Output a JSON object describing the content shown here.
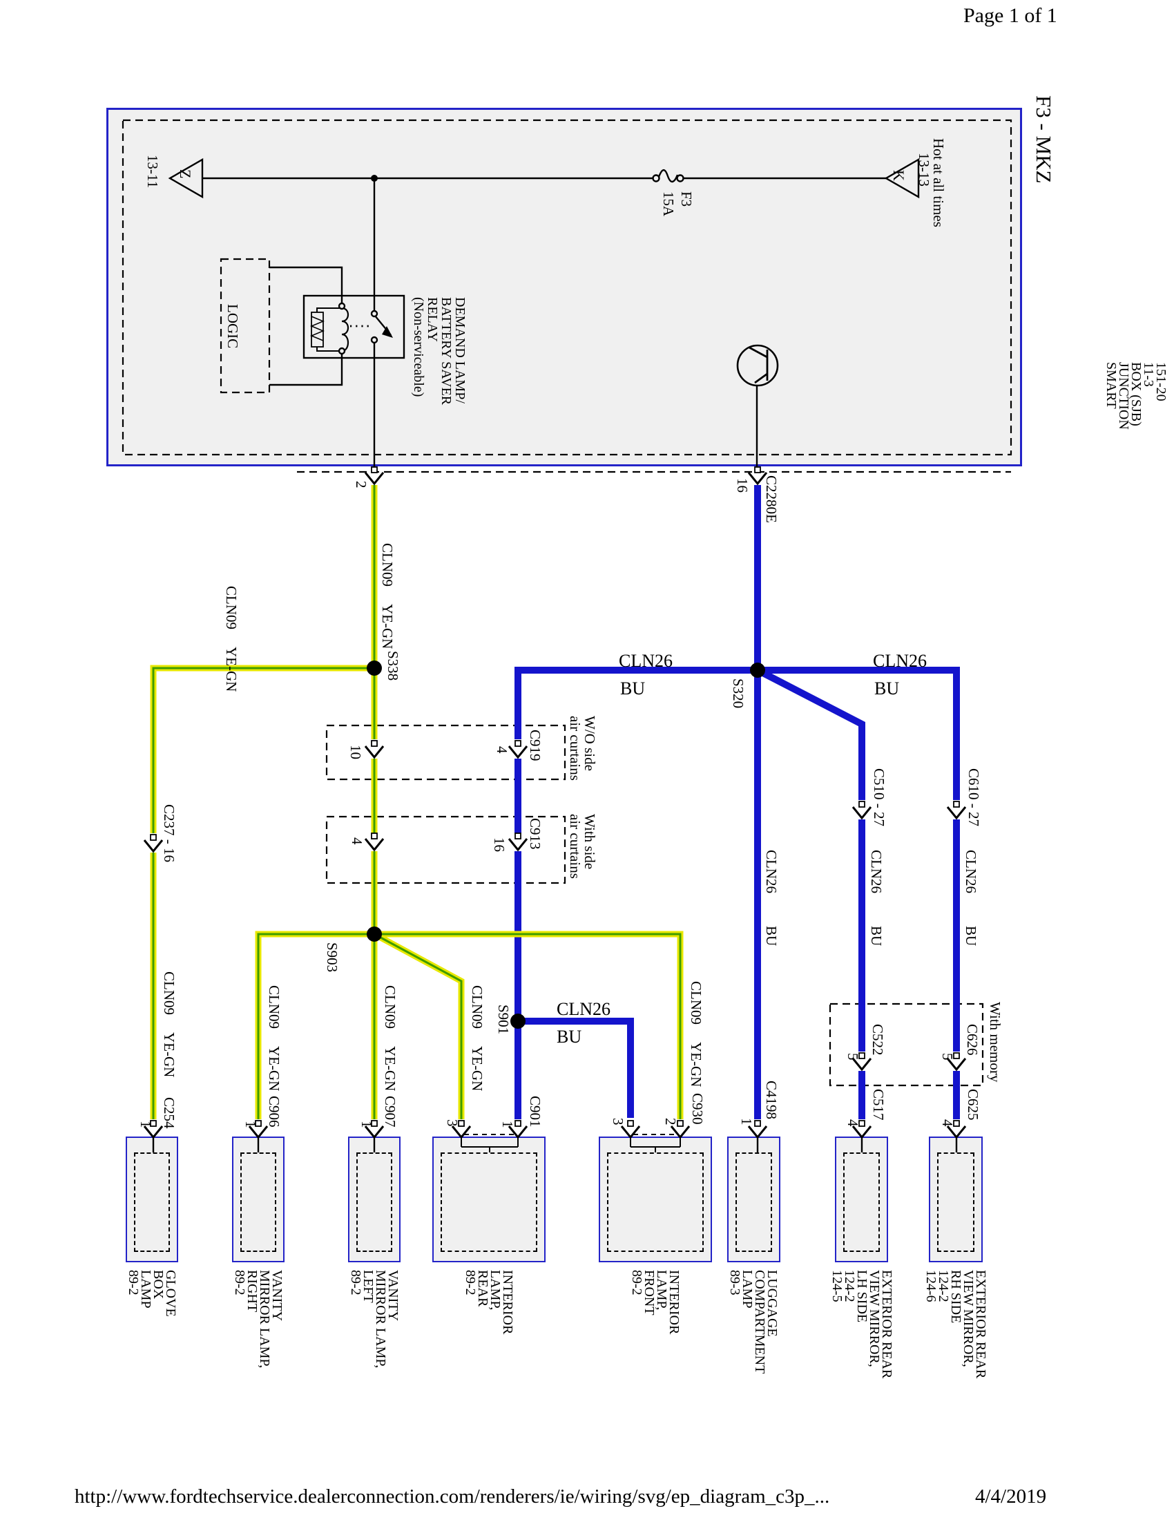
{
  "page": {
    "header": "Page 1 of 1",
    "title": "F3 - MKZ",
    "footer_url": "http://www.fordtechservice.dealerconnection.com/renderers/ie/wiring/svg/ep_diagram_c3p_...",
    "footer_date": "4/4/2019"
  },
  "power": {
    "hot": "Hot at all times",
    "hot_ref": "13-13",
    "in_tag": "K",
    "out_tag": "Z",
    "out_ref": "13-11",
    "fuse_name": "F3",
    "fuse_rating": "15A"
  },
  "sjb": {
    "lines": [
      "SMART",
      "JUNCTION",
      "BOX (SJB)",
      "11-3",
      "151-20"
    ]
  },
  "relay": {
    "label": "DEMAND LAMP/\nBATTERY SAVER\nRELAY\n(Non-serviceable)",
    "logic": "LOGIC"
  },
  "wire": {
    "cln09": "CLN09",
    "yegn": "YE-GN",
    "cln26": "CLN26",
    "bu": "BU"
  },
  "splices": {
    "s338": "S338",
    "s903": "S903",
    "s901": "S901",
    "s320": "S320"
  },
  "pins": {
    "n1": "1",
    "n2": "2",
    "n3": "3",
    "n4": "4",
    "n5": "5",
    "n10": "10",
    "n16": "16"
  },
  "connectors": {
    "c2280e": "C2280E",
    "c237": "C237 - 16",
    "c919": "C919",
    "c913": "C913",
    "c510": "C510 - 27",
    "c610": "C610 - 27",
    "c254": "C254",
    "c906": "C906",
    "c907": "C907",
    "c901": "C901",
    "c930": "C930",
    "c4198": "C4198",
    "c522": "C522",
    "c517": "C517",
    "c626": "C626",
    "c625": "C625"
  },
  "options": {
    "wo_side": "W/O side\nair curtains",
    "with_side": "With side\nair curtains",
    "with_memory": "With memory"
  },
  "components": [
    {
      "name": "glove-box-lamp",
      "label": "GLOVE\nBOX\nLAMP\n89-2"
    },
    {
      "name": "vanity-mirror-lamp-right",
      "label": "VANITY\nMIRROR LAMP,\nRIGHT\n89-2"
    },
    {
      "name": "vanity-mirror-lamp-left",
      "label": "VANITY\nMIRROR LAMP,\nLEFT\n89-2"
    },
    {
      "name": "interior-lamp-rear",
      "label": "INTERIOR\nLAMP,\nREAR\n89-2"
    },
    {
      "name": "interior-lamp-front",
      "label": "INTERIOR\nLAMP,\nFRONT\n89-2"
    },
    {
      "name": "luggage-compartment-lamp",
      "label": "LUGGAGE\nCOMPARTMENT\nLAMP\n89-3"
    },
    {
      "name": "exterior-mirror-lh",
      "label": "EXTERIOR REAR\nVIEW MIRROR,\nLH SIDE\n124-2\n124-5"
    },
    {
      "name": "exterior-mirror-rh",
      "label": "EXTERIOR REAR\nVIEW MIRROR,\nRH SIDE\n124-2\n124-6"
    }
  ]
}
